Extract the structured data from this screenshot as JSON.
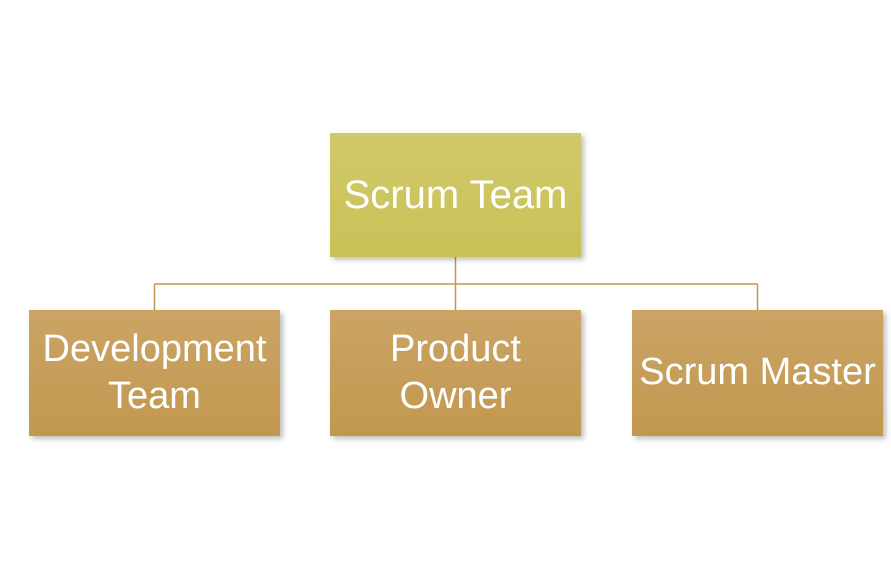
{
  "diagram": {
    "type": "org-chart",
    "root": {
      "label": "Scrum Team"
    },
    "children": [
      {
        "label": "Development Team"
      },
      {
        "label": "Product Owner"
      },
      {
        "label": "Scrum Master"
      }
    ],
    "colors": {
      "background": "#FFFFFF",
      "text": "#FFFFFF",
      "root_fill_top": "#D0C96B",
      "root_fill_bottom": "#C9C156",
      "child_fill_top": "#CBA465",
      "child_fill_bottom": "#C2984F",
      "connector": "#C2974F"
    }
  }
}
